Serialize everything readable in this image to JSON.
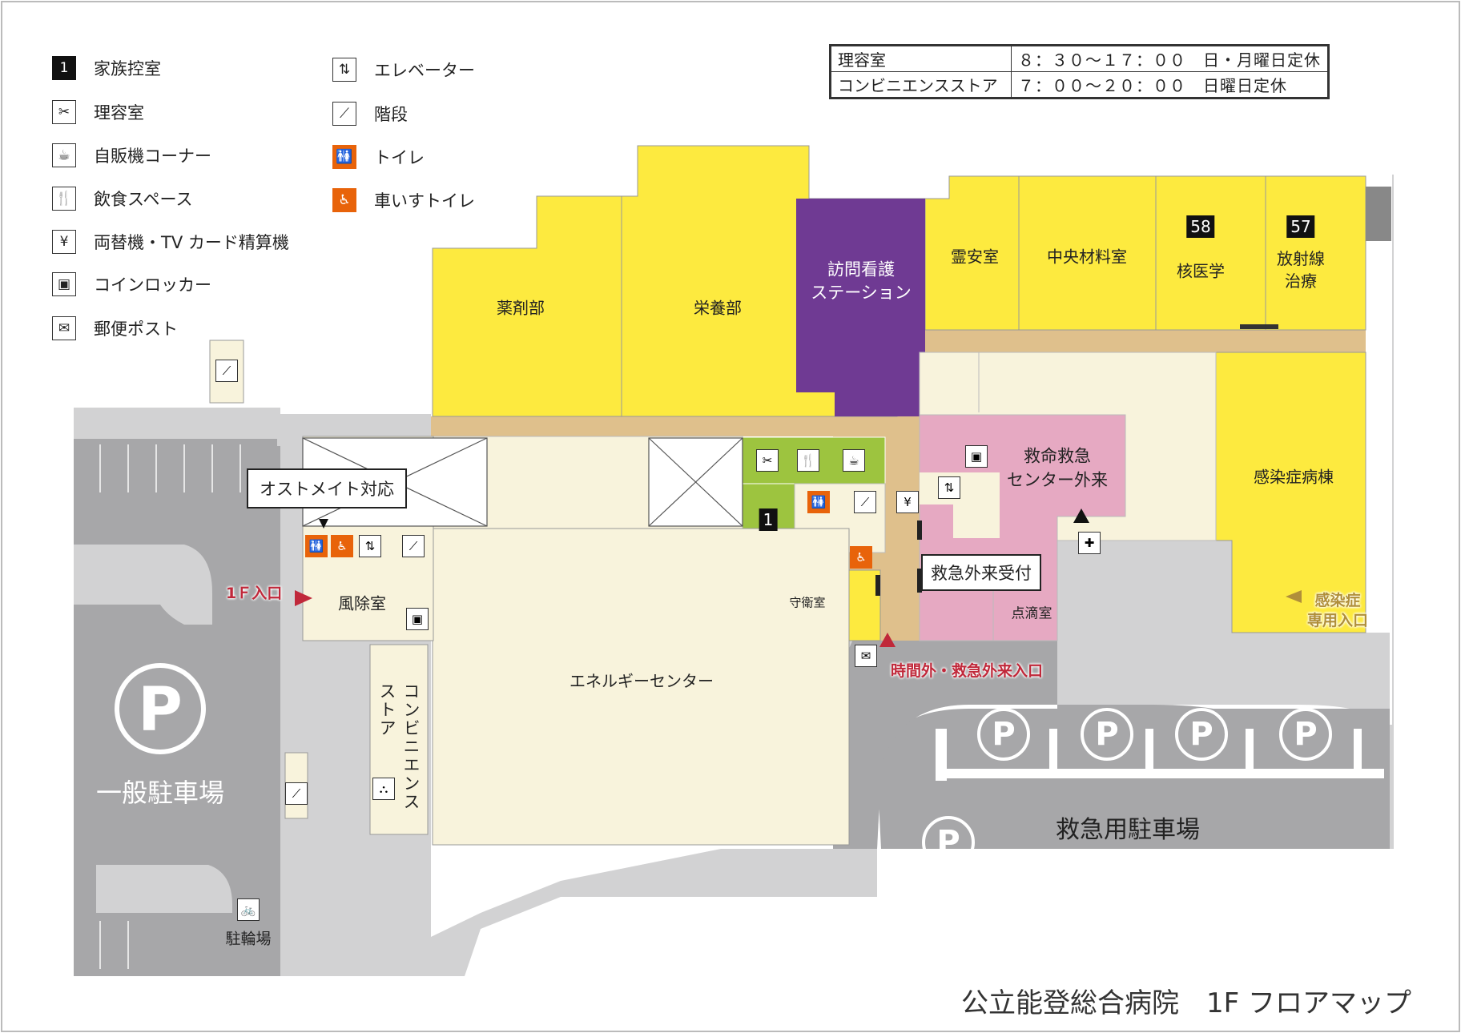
{
  "legend": [
    {
      "icon": "1",
      "label": "家族控室",
      "icon_name": "family-room-icon"
    },
    {
      "icon": "✂",
      "label": "理容室",
      "icon_name": "barber-icon"
    },
    {
      "icon": "☕",
      "label": "自販機コーナー",
      "icon_name": "vending-icon"
    },
    {
      "icon": "🍴",
      "label": "飲食スペース",
      "icon_name": "dining-icon"
    },
    {
      "icon": "¥",
      "label": "両替機・TV カード精算機",
      "icon_name": "exchange-icon"
    },
    {
      "icon": "▣",
      "label": "コインロッカー",
      "icon_name": "locker-icon"
    },
    {
      "icon": "✉",
      "label": "郵便ポスト",
      "icon_name": "mail-icon"
    },
    {
      "icon": "⇅",
      "label": "エレベーター",
      "icon_name": "elevator-icon"
    },
    {
      "icon": "⟋",
      "label": "階段",
      "icon_name": "stairs-icon"
    },
    {
      "icon": "🚻",
      "label": "トイレ",
      "icon_name": "toilet-icon"
    },
    {
      "icon": "♿",
      "label": "車いすトイレ",
      "icon_name": "wheelchair-toilet-icon"
    }
  ],
  "hours": [
    {
      "place": "理容室",
      "time": "８：３０～１７：００",
      "closed": "日・月曜日定休"
    },
    {
      "place": "コンビニエンスストア",
      "time": "７：００～２０：００",
      "closed": "日曜日定休"
    }
  ],
  "rooms": {
    "pharmacy": "薬剤部",
    "nutrition": "栄養部",
    "visiting_nurse": "訪問看護\nステーション",
    "mortuary": "霊安室",
    "central_supply": "中央材料室",
    "nuclear_medicine": "核医学",
    "radiotherapy": "放射線\n治療",
    "nuclear_no": "58",
    "radio_no": "57",
    "emergency_center": "救命救急\nセンター外来",
    "infection_ward": "感染症病棟",
    "wind_room": "風除室",
    "security": "守衛室",
    "drip": "点滴室",
    "energy": "エネルギーセンター",
    "store": "コンビニエンスストア",
    "general_parking": "一般駐車場",
    "emergency_parking": "救急用駐車場",
    "bicycle": "駐輪場",
    "family_no": "1"
  },
  "callouts": {
    "ostomy": "オストメイト対応",
    "emergency_reception": "救急外来受付",
    "entrance_1f": "1Ｆ入口",
    "after_hours": "時間外・救急外来入口",
    "infection_entrance": "感染症\n専用入口",
    "parking_symbol": "P"
  },
  "title": "公立能登総合病院　1F フロアマップ",
  "colors": {
    "yellow": "#fdea3f",
    "purple": "#6f3a93",
    "pink": "#e6a9c2",
    "cream": "#f8f3dc",
    "green": "#9dc43f",
    "tan": "#dfc08c",
    "gray": "#a7a7a9",
    "lightgray": "#d2d2d3",
    "orange": "#e8630a"
  }
}
